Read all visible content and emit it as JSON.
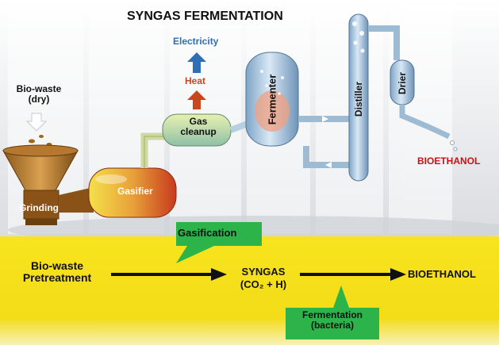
{
  "title": "SYNGAS FERMENTATION",
  "top_labels": {
    "electricity": "Electricity",
    "heat": "Heat",
    "biowaste": "Bio-waste\n(dry)",
    "grinding": "Grinding",
    "gasifier": "Gasifier",
    "gas_cleanup": "Gas\ncleanup",
    "fermenter": "Fermenter",
    "distiller": "Distiller",
    "drier": "Drier",
    "product": "BIOETHANOL"
  },
  "flow": {
    "step1": "Bio-waste\nPretreatment",
    "step2_name": "SYNGAS",
    "step2_formula": "(CO₂ + H)",
    "step3": "BIOETHANOL",
    "callout_gasification": "Gasification",
    "callout_fermentation": "Fermentation\n(bacteria)"
  },
  "colors": {
    "electricity_text": "#2f6fb5",
    "heat_text": "#c8481e",
    "product_text": "#cc1111",
    "yellow_band": "#f7e21c",
    "callout_green": "#2cb34a"
  }
}
